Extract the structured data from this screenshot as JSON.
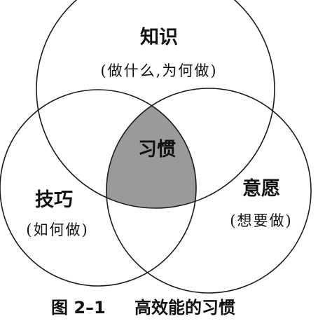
{
  "diagram": {
    "knowledge": {
      "title": "知识",
      "subtitle": "(做什么,为何做)"
    },
    "skill": {
      "title": "技巧",
      "subtitle": "(如何做)"
    },
    "desire": {
      "title": "意愿",
      "subtitle": "(想要做)"
    },
    "center": {
      "title": "习惯"
    },
    "overlap_color": "#9a9a9a"
  },
  "caption": {
    "figure_number": "图 2–1",
    "title": "高效能的习惯"
  }
}
